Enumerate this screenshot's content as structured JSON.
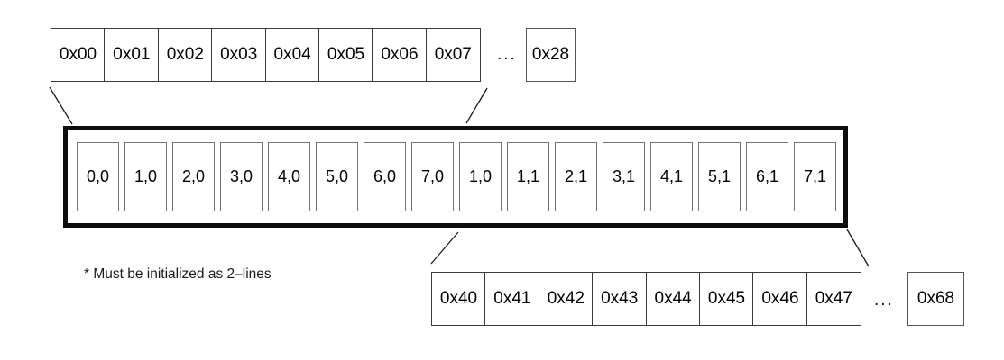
{
  "diagram": {
    "upper_address_row": {
      "cells": [
        "0x00",
        "0x01",
        "0x02",
        "0x03",
        "0x04",
        "0x05",
        "0x06",
        "0x07"
      ],
      "ellipsis": "...",
      "last_cell": "0x28"
    },
    "buffer": {
      "line0_cells": [
        "0,0",
        "1,0",
        "2,0",
        "3,0",
        "4,0",
        "5,0",
        "6,0",
        "7,0"
      ],
      "line1_cells": [
        "1,0",
        "1,1",
        "2,1",
        "3,1",
        "4,1",
        "5,1",
        "6,1",
        "7,1"
      ]
    },
    "lower_address_row": {
      "cells": [
        "0x40",
        "0x41",
        "0x42",
        "0x43",
        "0x44",
        "0x45",
        "0x46",
        "0x47"
      ],
      "ellipsis": "...",
      "last_cell": "0x68"
    },
    "footnote": "* Must be initialized as 2–lines",
    "colors": {
      "background": "#ffffff",
      "thick_border": "#0d0d0d",
      "row_cell_border": "#3a3a3a",
      "buffer_cell_border": "#757575",
      "connector_line": "#1a1a1a"
    }
  }
}
